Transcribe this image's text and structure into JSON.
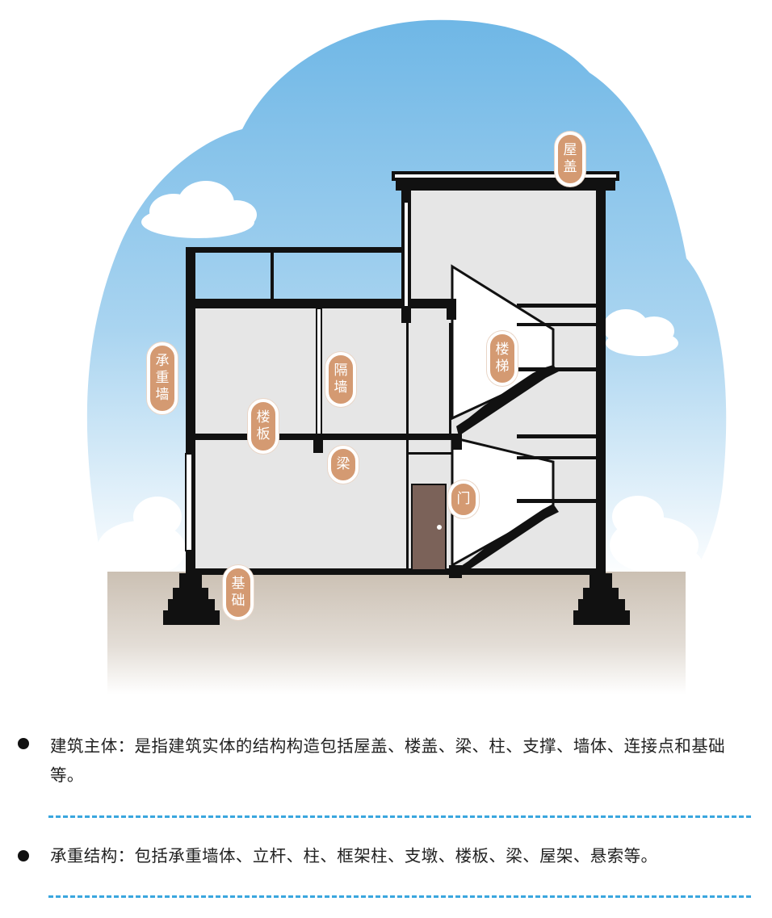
{
  "labels": {
    "roof": "屋盖",
    "load_bearing_wall": "承重墙",
    "partition_wall": "隔墙",
    "floor_slab": "楼板",
    "beam": "梁",
    "stairs": "楼梯",
    "door": "门",
    "foundation": "基础"
  },
  "notes": [
    {
      "text": "建筑主体：是指建筑实体的结构构造包括屋盖、楼盖、梁、柱、支撑、墙体、连接点和基础等。"
    },
    {
      "text": "承重结构：包括承重墙体、立杆、柱、框架柱、支墩、楼板、梁、屋架、悬索等。"
    }
  ],
  "colors": {
    "sky_top": "#6fb7e6",
    "sky_bottom": "#ffffff",
    "ground": "#cbc0b3",
    "wall_fill": "#e6e6e6",
    "structure": "#111111",
    "door": "#7b6259",
    "label_pill": "#d49a72",
    "divider": "#3aa6de"
  }
}
